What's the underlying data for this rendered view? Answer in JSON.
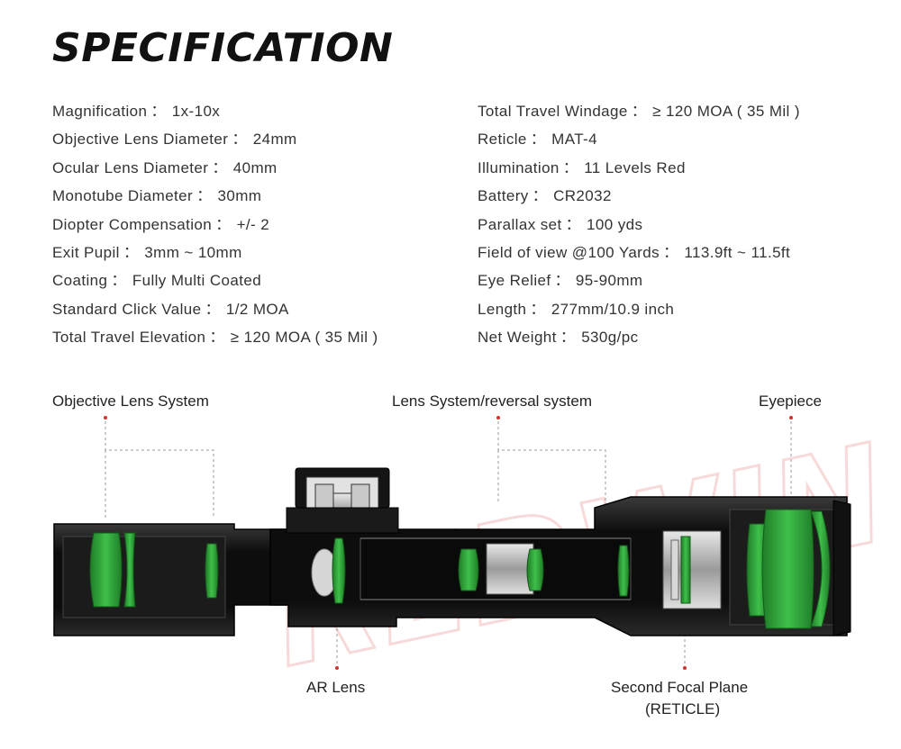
{
  "title": "SPECIFICATION",
  "specs_left": [
    {
      "label": "Magnification",
      "value": "1x-10x"
    },
    {
      "label": "Objective Lens Diameter",
      "value": "24mm"
    },
    {
      "label": "Ocular Lens Diameter",
      "value": "40mm"
    },
    {
      "label": "Monotube Diameter",
      "value": "30mm"
    },
    {
      "label": "Diopter Compensation",
      "value": "+/- 2"
    },
    {
      "label": "Exit Pupil",
      "value": "3mm ~ 10mm"
    },
    {
      "label": "Coating",
      "value": "Fully Multi Coated"
    },
    {
      "label": "Standard Click Value",
      "value": "1/2 MOA"
    },
    {
      "label": "Total Travel Elevation",
      "value": "≥ 120 MOA ( 35 Mil )"
    }
  ],
  "specs_right": [
    {
      "label": "Total Travel Windage",
      "value": "≥ 120 MOA ( 35 Mil )"
    },
    {
      "label": "Reticle",
      "value": "MAT-4"
    },
    {
      "label": "Illumination",
      "value": "11 Levels Red"
    },
    {
      "label": "Battery",
      "value": "CR2032"
    },
    {
      "label": "Parallax set",
      "value": "100 yds"
    },
    {
      "label": "Field of view @100 Yards",
      "value": "113.9ft ~ 11.5ft"
    },
    {
      "label": "Eye Relief",
      "value": "95-90mm"
    },
    {
      "label": "Length",
      "value": "277mm/10.9 inch"
    },
    {
      "label": "Net Weight",
      "value": "530g/pc"
    }
  ],
  "separator": "：",
  "diagram_labels": {
    "objective": "Objective Lens System",
    "lens_system": "Lens System/reversal system",
    "eyepiece": "Eyepiece",
    "ar_lens": "AR Lens",
    "second_focal_plane": "Second Focal Plane",
    "reticle": "(RETICLE)"
  },
  "watermark": "REDWIN",
  "colors": {
    "lens": "#2f9e3a",
    "body": "#111111",
    "marker": "#d0342c",
    "leader": "#999999"
  }
}
